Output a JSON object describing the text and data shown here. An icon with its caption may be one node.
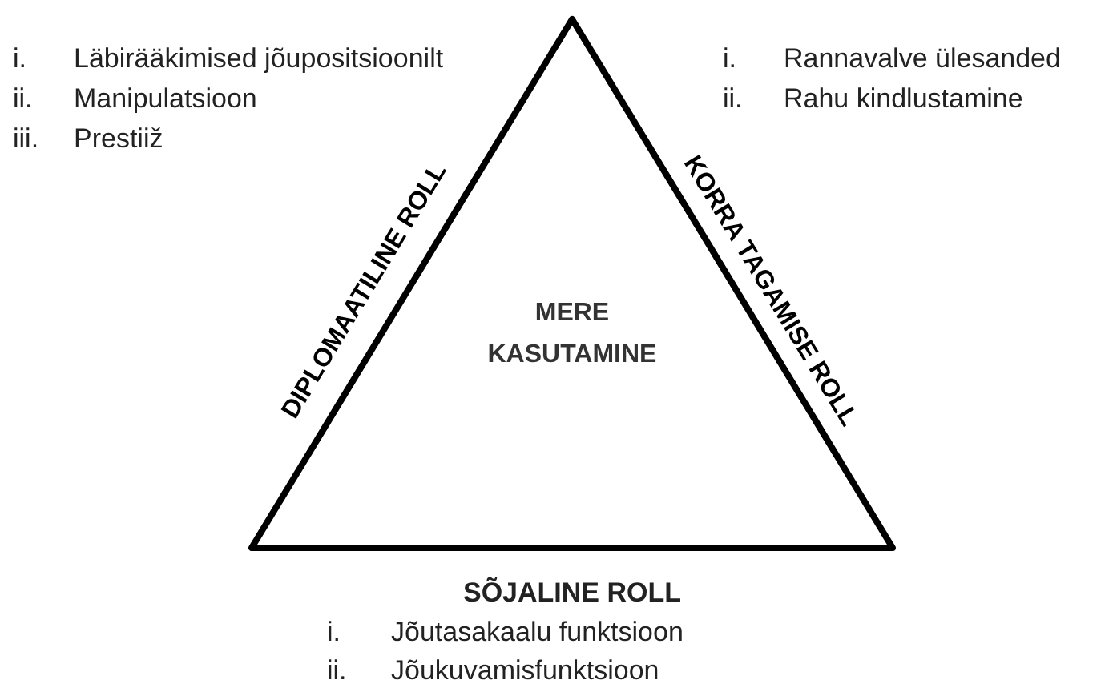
{
  "diagram": {
    "nodes": [
      {
        "text": [
          "MERE KASUTAMINE"
        ]
      }
    ],
    "edges": [],
    "labels": [
      "i.",
      "Läbirääkimised jõupositsioonilt",
      "ii.",
      "Manipulatsioon",
      "iii.",
      "Prestiiž",
      "i.",
      "Rannavalve ülesanded",
      "ii.",
      "Rahu kindlustamine",
      "DIPLOMAATILINE ROLL",
      "KORRA TAGAMISE ROLL",
      "SÕJALINE ROLL",
      "i.",
      "Jõutasakaalu funktsioon",
      "ii.",
      "Jõukuvamisfunktsioon"
    ]
  }
}
